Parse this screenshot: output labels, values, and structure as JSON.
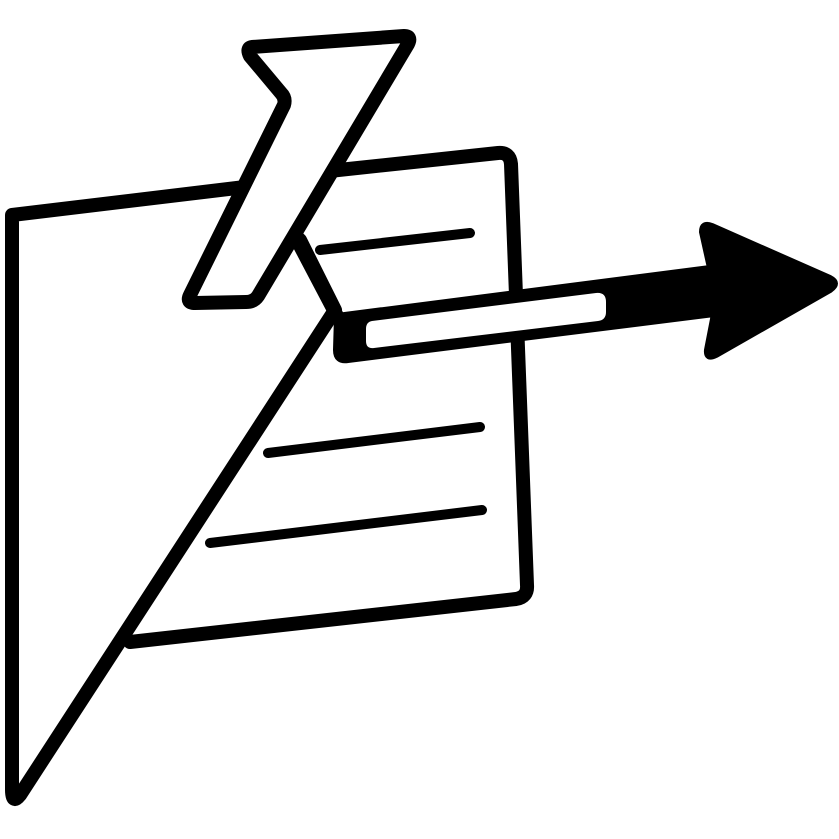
{
  "icon": {
    "name": "document-export-icon",
    "description_parts": [
      "document-sheet",
      "folded-corner",
      "text-lines",
      "export-arrow",
      "pin-clip"
    ]
  },
  "colors": {
    "stroke": "#000000",
    "fill": "#ffffff",
    "background": "#ffffff"
  }
}
